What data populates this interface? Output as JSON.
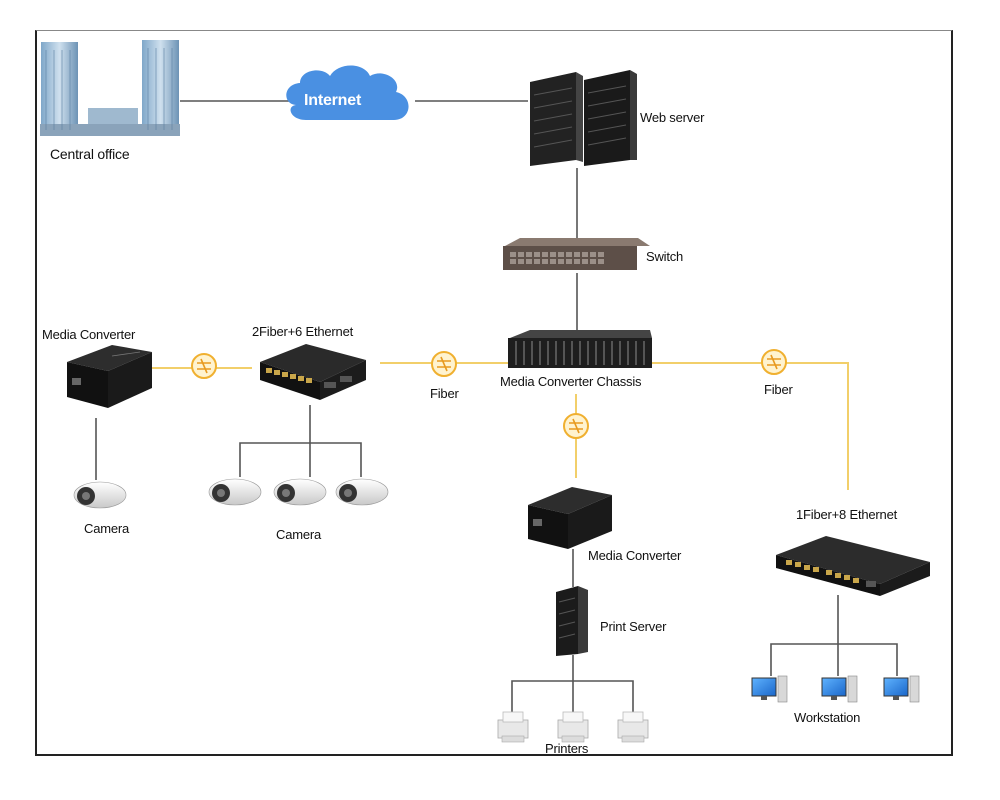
{
  "labels": {
    "central_office": "Central office",
    "internet": "Internet",
    "web_server": "Web server",
    "switch": "Switch",
    "media_converter_left": "Media Converter",
    "fiber_switch_left": "2Fiber+6  Ethernet",
    "fiber_left": "Fiber",
    "chassis": "Media Converter Chassis",
    "fiber_right": "Fiber",
    "camera_single": "Camera",
    "camera_group": "Camera",
    "media_converter_bottom": "Media Converter",
    "print_server": "Print Server",
    "printers": "Printers",
    "fiber_switch_right": "1Fiber+8  Ethernet",
    "workstation": "Workstation"
  },
  "colors": {
    "copper_line": "#555555",
    "fiber_line": "#f2cf6a",
    "fiber_node": "#f0b030",
    "cloud": "#4a90e2",
    "device_dark": "#1c1c1c"
  },
  "icons": {
    "central_office": "office-building-icon",
    "internet": "cloud-icon",
    "web_server": "server-rack-icon",
    "switch": "network-switch-icon",
    "chassis": "media-converter-chassis-icon",
    "media_converter": "media-converter-icon",
    "fiber_switch": "fiber-switch-icon",
    "camera": "security-camera-icon",
    "print_server": "print-server-icon",
    "printer": "printer-icon",
    "workstation": "workstation-icon",
    "fiber_node": "fiber-connector-icon"
  }
}
